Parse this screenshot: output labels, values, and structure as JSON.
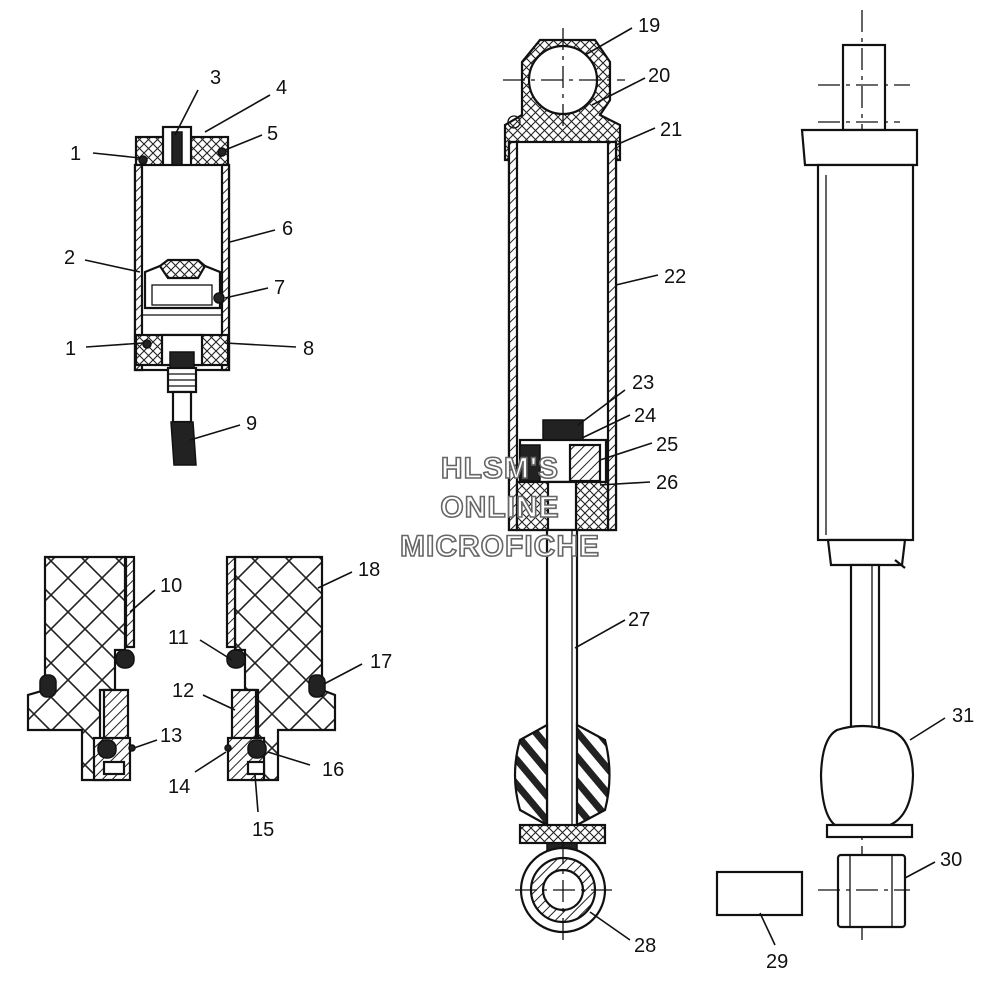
{
  "watermark": {
    "line1": "HLSM'S",
    "line2": "ONLINE",
    "line3": "MICROFICHE"
  },
  "callouts": [
    {
      "id": "c1a",
      "label": "1"
    },
    {
      "id": "c1b",
      "label": "1"
    },
    {
      "id": "c2",
      "label": "2"
    },
    {
      "id": "c3",
      "label": "3"
    },
    {
      "id": "c4",
      "label": "4"
    },
    {
      "id": "c5",
      "label": "5"
    },
    {
      "id": "c6",
      "label": "6"
    },
    {
      "id": "c7",
      "label": "7"
    },
    {
      "id": "c8",
      "label": "8"
    },
    {
      "id": "c9",
      "label": "9"
    },
    {
      "id": "c10",
      "label": "10"
    },
    {
      "id": "c11",
      "label": "11"
    },
    {
      "id": "c12",
      "label": "12"
    },
    {
      "id": "c13",
      "label": "13"
    },
    {
      "id": "c14",
      "label": "14"
    },
    {
      "id": "c15",
      "label": "15"
    },
    {
      "id": "c16",
      "label": "16"
    },
    {
      "id": "c17",
      "label": "17"
    },
    {
      "id": "c18",
      "label": "18"
    },
    {
      "id": "c19",
      "label": "19"
    },
    {
      "id": "c20",
      "label": "20"
    },
    {
      "id": "c21",
      "label": "21"
    },
    {
      "id": "c22",
      "label": "22"
    },
    {
      "id": "c23",
      "label": "23"
    },
    {
      "id": "c24",
      "label": "24"
    },
    {
      "id": "c25",
      "label": "25"
    },
    {
      "id": "c26",
      "label": "26"
    },
    {
      "id": "c27",
      "label": "27"
    },
    {
      "id": "c28",
      "label": "28"
    },
    {
      "id": "c29",
      "label": "29"
    },
    {
      "id": "c30",
      "label": "30"
    },
    {
      "id": "c31",
      "label": "31"
    }
  ]
}
